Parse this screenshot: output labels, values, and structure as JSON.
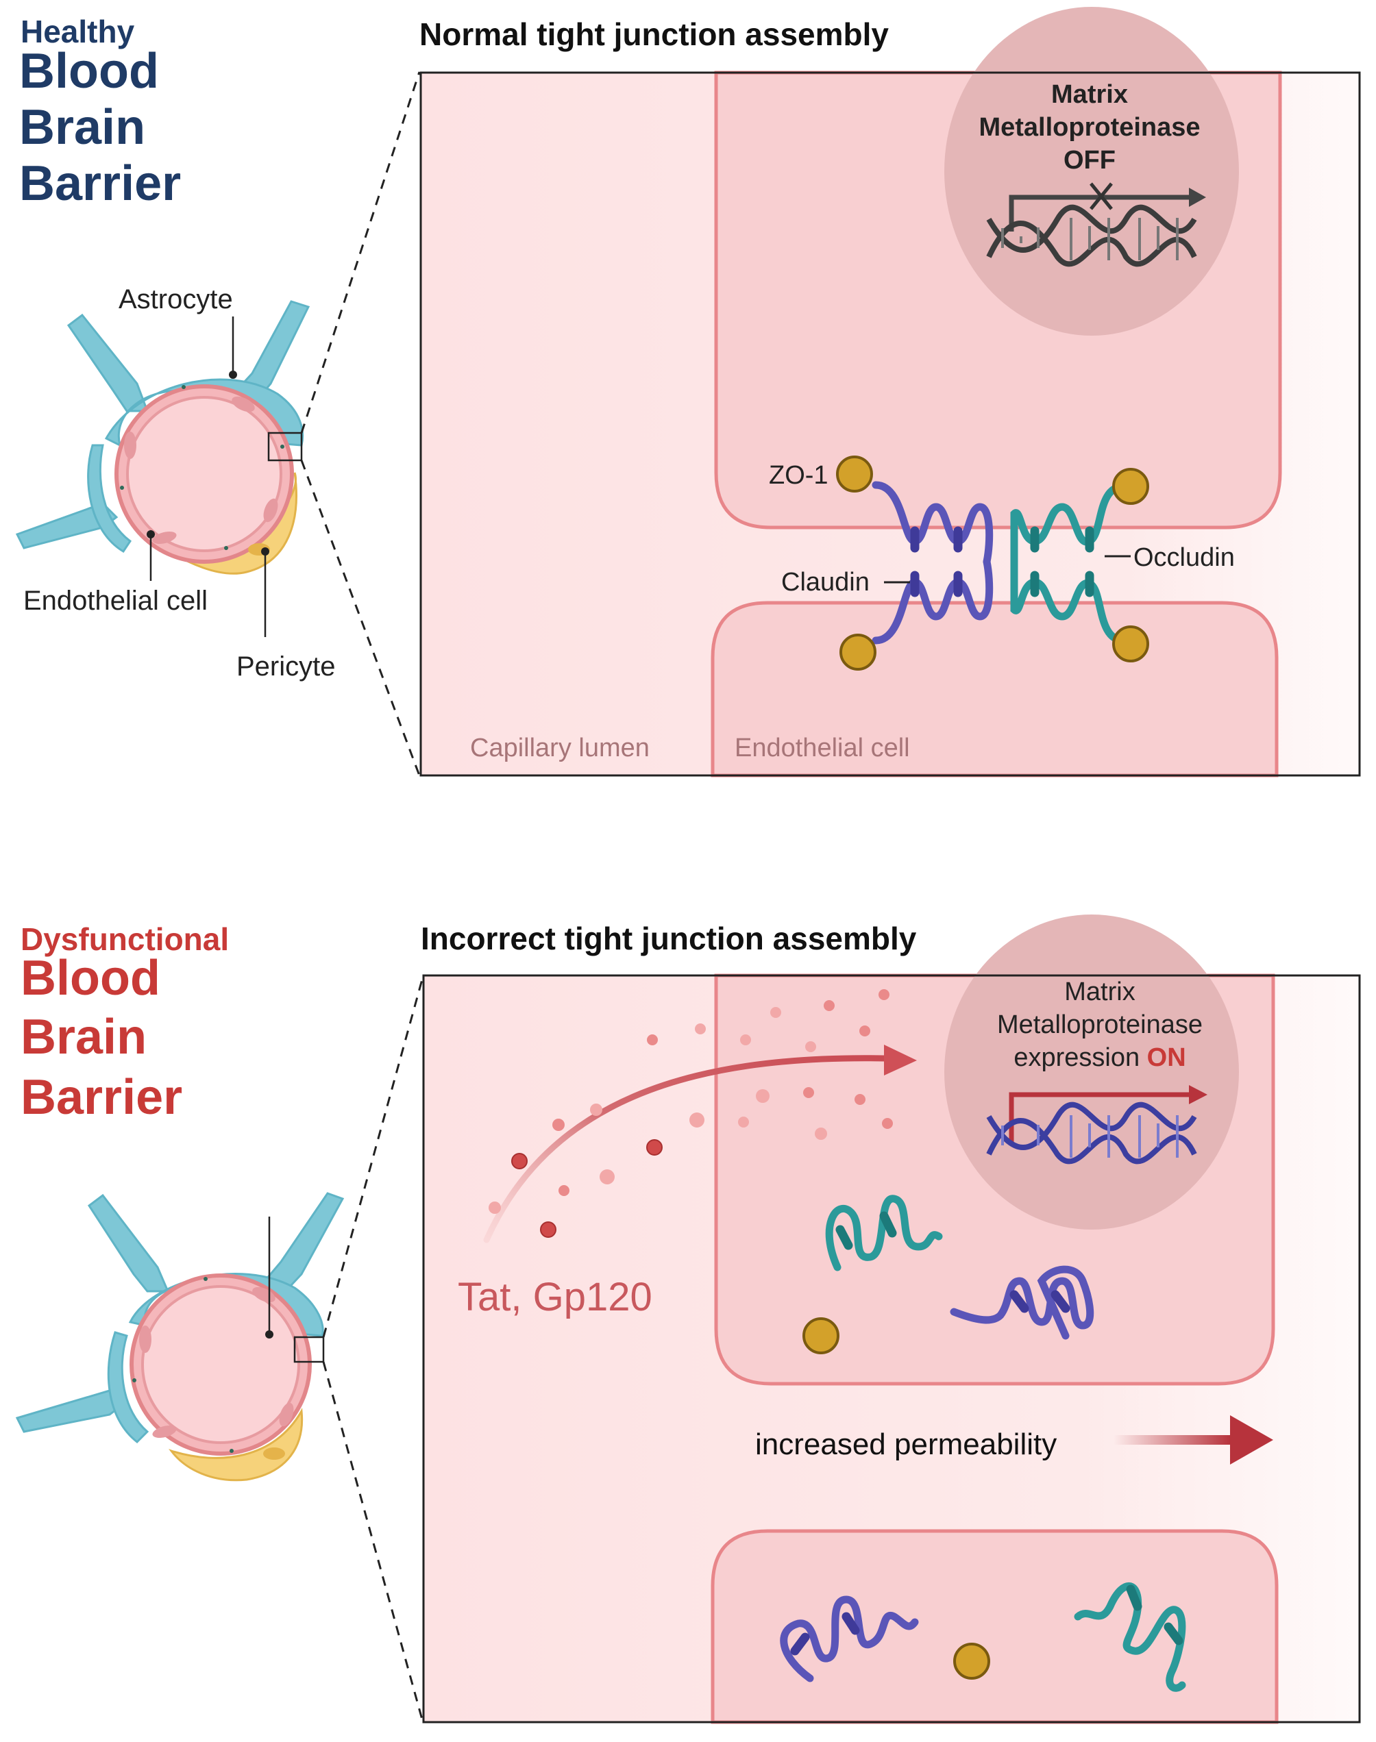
{
  "healthy": {
    "kicker": "Healthy",
    "title_line1": "Blood",
    "title_line2": "Brain",
    "title_line3": "Barrier",
    "labels": {
      "astrocyte": "Astrocyte",
      "endothelial_cell": "Endothelial cell",
      "pericyte": "Pericyte"
    },
    "panel_title": "Normal tight junction assembly",
    "panel": {
      "mmp_line1": "Matrix",
      "mmp_line2": "Metalloproteinase",
      "mmp_line3": "OFF",
      "zo1": "ZO-1",
      "claudin": "Claudin",
      "occludin": "Occludin",
      "capillary_lumen": "Capillary lumen",
      "endothelial_cell": "Endothelial cell"
    }
  },
  "dysfunctional": {
    "kicker": "Dysfunctional",
    "title_line1": "Blood",
    "title_line2": "Brain",
    "title_line3": "Barrier",
    "panel_title": "Incorrect tight junction assembly",
    "panel": {
      "mmp_line1": "Matrix",
      "mmp_line2": "Metalloproteinase",
      "mmp_line3_prefix": "expression ",
      "mmp_line3_state": "ON",
      "tat_gp120": "Tat, Gp120",
      "increased_permeability": "increased permeability"
    }
  },
  "colors": {
    "healthy_title": "#1f3b66",
    "dysfunctional_title": "#c83a37",
    "panel_bg": "#fde2e3",
    "cell_fill": "#f8cfd1",
    "cell_stroke": "#e8868a",
    "nucleus": "#e4b6b7",
    "astrocyte": "#7ec7d6",
    "pericyte": "#f6d27a",
    "claudin": "#5a55b8",
    "occludin": "#2b9a9a",
    "zo1": "#d3a12a",
    "arrow_red": "#b7333c"
  }
}
